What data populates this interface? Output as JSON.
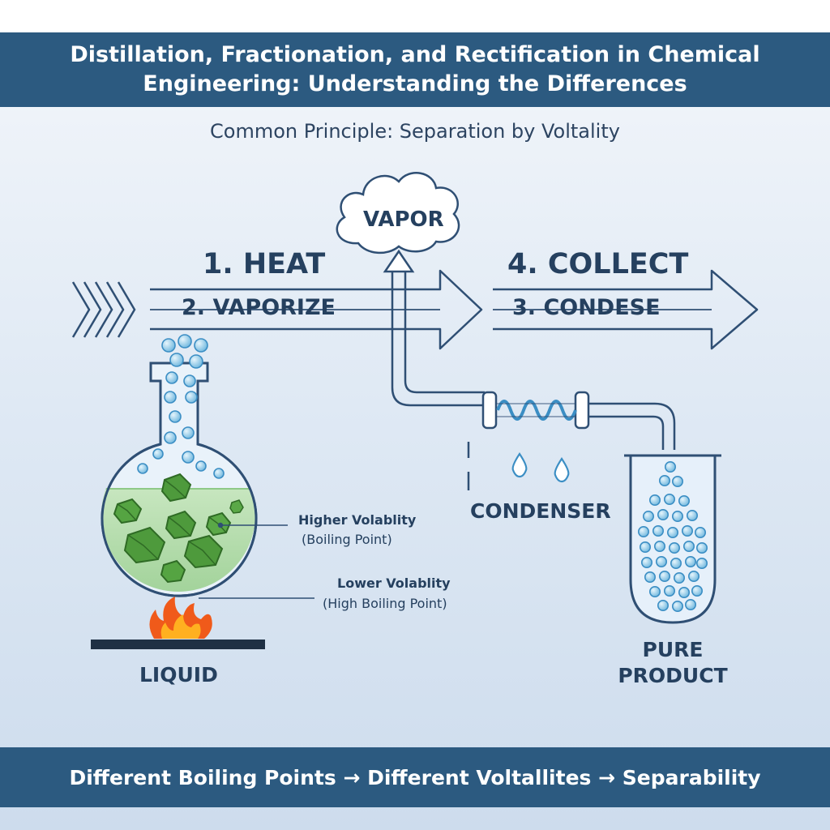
{
  "header": {
    "title": "Distillation, Fractionation, and Rectification in Chemical Engineering: Understanding the Differences",
    "subtitle": "Common Principle: Separation by Voltality"
  },
  "steps": {
    "heat": "1. HEAT",
    "vaporize": "2. VAPORIZE",
    "condense": "3. CONDESE",
    "collect": "4. COLLECT"
  },
  "labels": {
    "vapor": "VAPOR",
    "condenser": "CONDENSER",
    "liquid": "LIQUID",
    "pure_product": "PURE\nPRODUCT"
  },
  "annotations": {
    "higher": {
      "title": "Higher Volablity",
      "detail": "(Boiling Point)"
    },
    "lower": {
      "title": "Lower Volablity",
      "detail": "(High Boiling Point)"
    }
  },
  "footer": {
    "caption": "Different Boiling Points → Different Voltallites → Separability"
  },
  "colors": {
    "banner": "#2c5a80",
    "ink": "#25405f",
    "bubble": "#7cc3e6",
    "liquid": "#a8d6a0",
    "crystal": "#4e9a3c",
    "flame": "#f05a1a"
  },
  "icons": [
    "chevrons-icon",
    "cloud-icon",
    "flask-icon",
    "flame-icon",
    "coil-icon",
    "droplet-icon",
    "test-tube-icon",
    "sparkle-icon"
  ]
}
